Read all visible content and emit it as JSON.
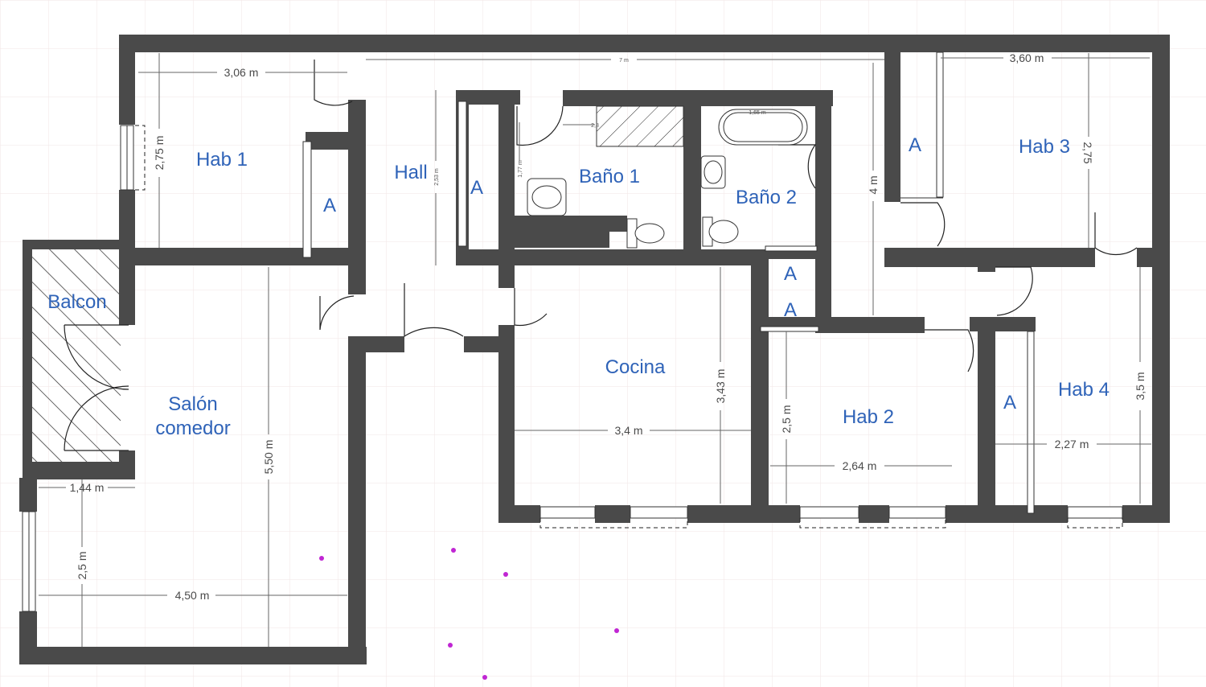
{
  "colors": {
    "wall": "#4a4a4a",
    "label": "#2f63b8",
    "grid": "#f2e6e6",
    "marker": "#c026d3"
  },
  "rooms": {
    "hab1": "Hab 1",
    "hall": "Hall",
    "bano1": "Baño 1",
    "bano2": "Baño 2",
    "hab3": "Hab 3",
    "balcon": "Balcon",
    "salon1": "Salón",
    "salon2": "comedor",
    "cocina": "Cocina",
    "hab2": "Hab 2",
    "hab4": "Hab 4"
  },
  "closet_label": "A",
  "dimensions": {
    "hab1_width": "3,06 m",
    "hab1_height": "2,75 m",
    "corridor_length": "7 m",
    "hab3_width": "3,60 m",
    "hab3_height": "2,75",
    "corridor_height": "4 m",
    "hall_height": "2,53 m",
    "bano1_door": "2,8",
    "bano1_height": "1,77 m",
    "bathtub_length": "1,65 m",
    "salon_height": "5,50 m",
    "salon_width": "4,50 m",
    "salon_small_height": "2,5 m",
    "balcony_width": "1,44 m",
    "cocina_width": "3,4 m",
    "cocina_height": "3,43 m",
    "hab2_height": "2,5 m",
    "hab2_width": "2,64 m",
    "hab4_height": "3,5 m",
    "hab4_width": "2,27 m"
  }
}
